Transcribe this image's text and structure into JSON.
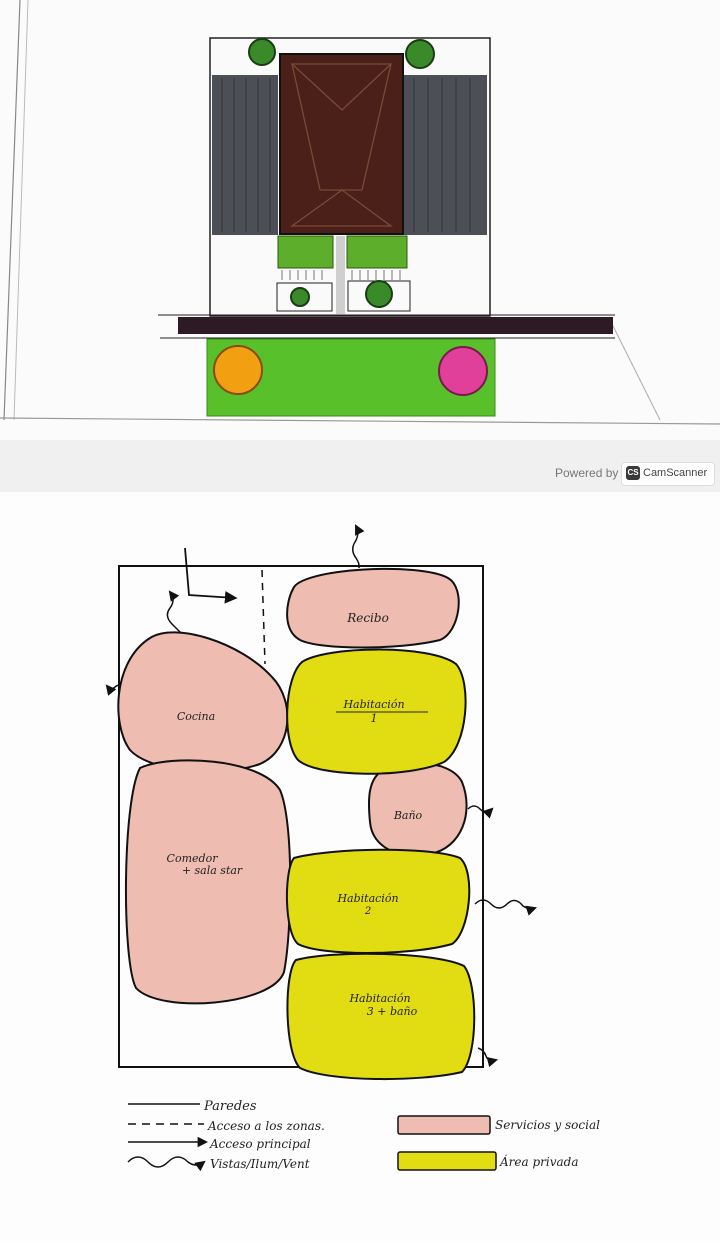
{
  "watermark": {
    "powered_by": "Powered by",
    "app_name": "CamScanner",
    "logo_letters": "CS"
  },
  "zones": {
    "recibo": "Recibo",
    "cocina": "Cocina",
    "habitacion1_line1": "Habitación",
    "habitacion1_line2": "1",
    "bano": "Baño",
    "comedor_line1": "Comedor",
    "comedor_line2": "+ sala star",
    "habitacion2_line1": "Habitación",
    "habitacion2_line2": "2",
    "habitacion3_line1": "Habitación",
    "habitacion3_line2": "3 + baño"
  },
  "legend": {
    "paredes": "Paredes",
    "acceso_zonas": "Acceso a los zonas.",
    "acceso_principal": "Acceso principal",
    "vistas": "Vistas/Ilum/Vent",
    "servicios": "Servicios y social",
    "area_privada": "Área privada"
  },
  "colors": {
    "servicios_social": "#eebcb0",
    "area_privada": "#e2dc12",
    "roof": "#4a2018",
    "dark_panels": "#4c4f55",
    "lawn": "#58c02a",
    "orange_tree": "#f2a012",
    "pink_tree": "#e0409a"
  }
}
